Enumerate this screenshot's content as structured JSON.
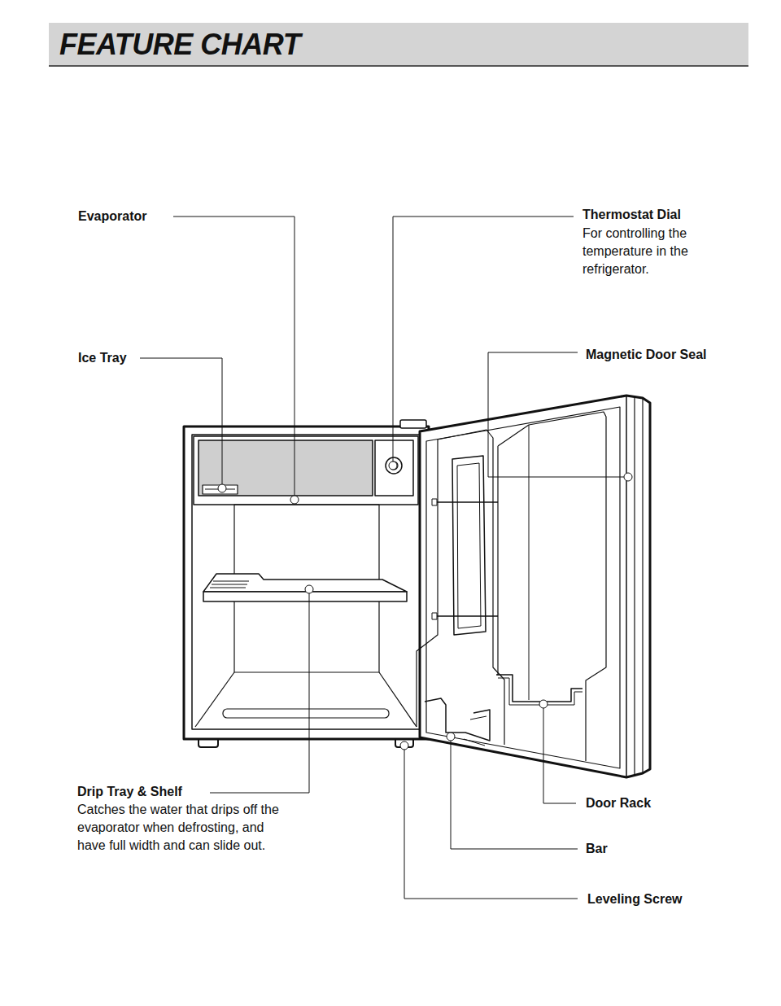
{
  "diagram": {
    "title": "FEATURE CHART",
    "labels": [
      "Evaporator",
      "Ice Tray",
      "Thermostat Dial",
      "For controlling the temperature in the refrigerator.",
      "Magnetic Door Seal",
      "Drip Tray & Shelf",
      "Catches the water that drips off the evaporator when defrosting, and have full width and can slide out.",
      "Door Rack",
      "Bar",
      "Leveling Screw"
    ]
  }
}
